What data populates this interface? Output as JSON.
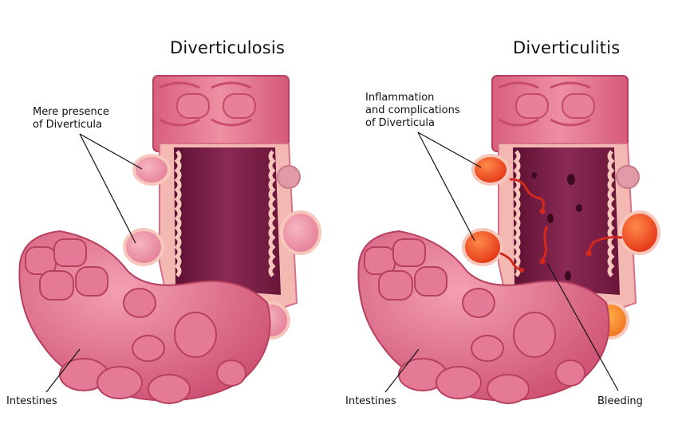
{
  "colors": {
    "wall_dark": "#c94d6f",
    "wall_mid": "#e2788f",
    "wall_light": "#f2a7b4",
    "lumen": "#7a1c45",
    "mucosa": "#f7c7bb",
    "inflamed": "#e8401c",
    "inflamed_light": "#ff7a3a",
    "blood": "#d4281c"
  },
  "left_panel": {
    "title": "Diverticulosis",
    "annotation": {
      "line1": "Mere presence",
      "line2": "of Diverticula"
    },
    "intestines_label": "Intestines"
  },
  "right_panel": {
    "title": "Diverticulitis",
    "annotation": {
      "line1": "Inflammation",
      "line2": "and complications",
      "line3": "of Diverticula"
    },
    "intestines_label": "Intestines",
    "bleeding_label": "Bleeding"
  }
}
